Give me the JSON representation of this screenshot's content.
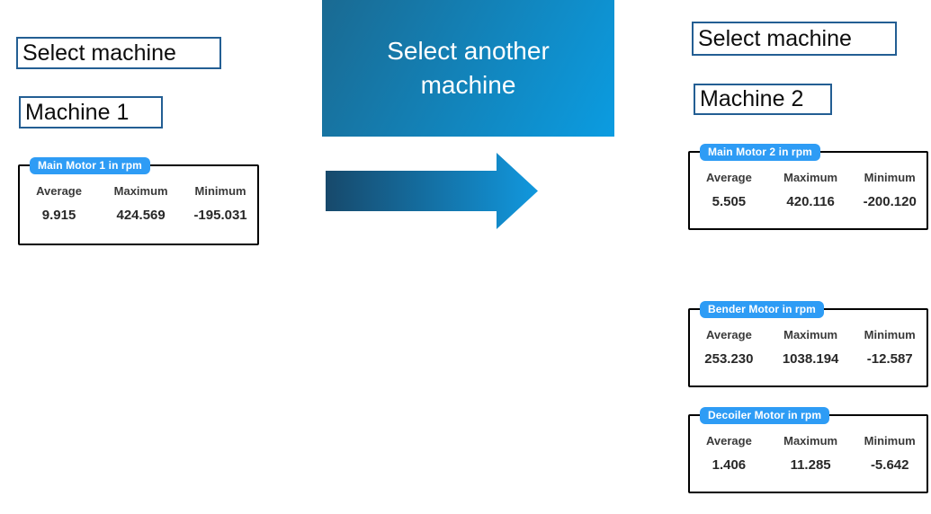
{
  "left_panel": {
    "select_label": "Select machine",
    "machine_label": "Machine 1",
    "card": {
      "title": "Main Motor 1 in rpm",
      "columns": [
        "Average",
        "Maximum",
        "Minimum"
      ],
      "values": [
        "9.915",
        "424.569",
        "-195.031"
      ]
    }
  },
  "center": {
    "button_label": "Select another machine"
  },
  "right_panel": {
    "select_label": "Select machine",
    "machine_label": "Machine 2",
    "cards": [
      {
        "title": "Main Motor 2 in rpm",
        "columns": [
          "Average",
          "Maximum",
          "Minimum"
        ],
        "values": [
          "5.505",
          "420.116",
          "-200.120"
        ]
      },
      {
        "title": "Bender Motor in rpm",
        "columns": [
          "Average",
          "Maximum",
          "Minimum"
        ],
        "values": [
          "253.230",
          "1038.194",
          "-12.587"
        ]
      },
      {
        "title": "Decoiler Motor in rpm",
        "columns": [
          "Average",
          "Maximum",
          "Minimum"
        ],
        "values": [
          "1.406",
          "11.285",
          "-5.642"
        ]
      }
    ]
  },
  "colors": {
    "badge-blue": "#2e9cf5",
    "box-border": "#235e93",
    "button-grad-start": "#1a6a92",
    "button-grad-end": "#0b9ce1",
    "arrow-grad-start": "#17496b",
    "arrow-grad-end": "#1198de"
  }
}
